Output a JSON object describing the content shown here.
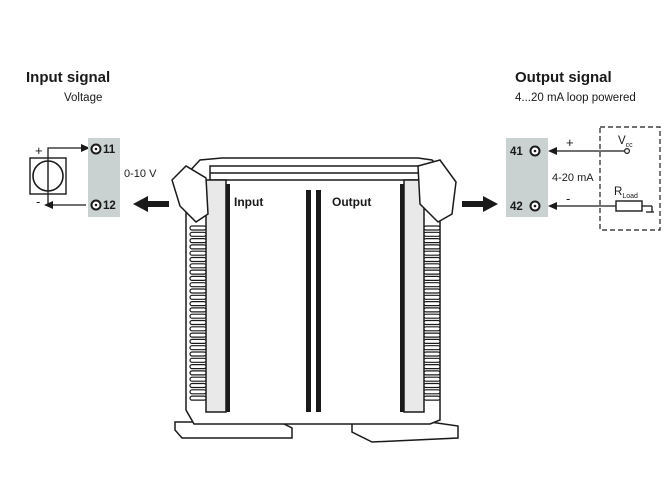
{
  "input": {
    "heading": "Input signal",
    "subheading": "Voltage",
    "terminal_top": "11",
    "terminal_bottom": "12",
    "range_label": "0-10 V",
    "polarity_plus": "+",
    "polarity_minus": "-"
  },
  "output": {
    "heading": "Output signal",
    "subheading": "4...20 mA loop powered",
    "terminal_top": "41",
    "terminal_bottom": "42",
    "current_label": "4-20 mA",
    "polarity_plus": "+",
    "polarity_minus": "-",
    "vcc_main": "V",
    "vcc_sub": "cc",
    "rload_main": "R",
    "rload_sub": "Load"
  },
  "device": {
    "left_label": "Input",
    "right_label": "Output"
  },
  "colors": {
    "terminal_block": "#c9d1d1",
    "outline": "#1a1a1a"
  }
}
